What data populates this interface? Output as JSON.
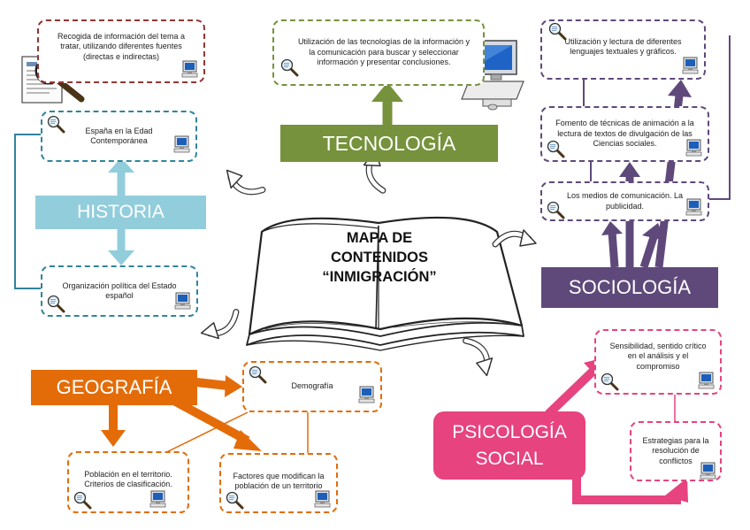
{
  "center": {
    "line1": "MAPA DE",
    "line2": "CONTENIDOS",
    "line3": "“INMIGRACIÓN”"
  },
  "categories": {
    "tecnologia": "TECNOLOGÍA",
    "historia": "HISTORIA",
    "sociologia": "SOCIOLOGÍA",
    "geografia": "GEOGRAFÍA",
    "psicologia_line1": "PSICOLOGÍA",
    "psicologia_line2": "SOCIAL"
  },
  "boxes": {
    "recogida": "Recogida de información del tema a tratar, utilizando diferentes fuentes (directas e indirectas)",
    "tecnologias_info": "Utilización de las tecnologías de la información y la comunicación para buscar y seleccionar información y presentar conclusiones.",
    "lenguajes": "Utilización y lectura de diferentes lenguajes textuales y gráficos.",
    "espana": "España en la Edad Contemporánea",
    "fomento": "Fomento de técnicas de animación a la lectura de textos de divulgación de las Ciencias sociales.",
    "medios": "Los medios de comunicación. La publicidad.",
    "organizacion": "Organización política del Estado español",
    "sensibilidad": "Sensibilidad, sentido crítico en el análisis y el compromiso",
    "demografia": "Demografía",
    "estrategias": "Estrategias para la resolución de conflictos",
    "poblacion": "Población en el territorio. Criterios de clasificación.",
    "factores": "Factores que modifican la población de un territorio"
  },
  "colors": {
    "tecnologia": "#76923c",
    "historia": "#92cddc",
    "historia_line": "#31849b",
    "sociologia": "#5f497a",
    "geografia": "#e36c09",
    "psicologia": "#e6437f",
    "recogida_border": "#943634"
  },
  "icons": [
    "magnifier-icon",
    "computer-icon",
    "document-magnifier-icon",
    "open-book-icon",
    "curved-arrow-icon"
  ]
}
